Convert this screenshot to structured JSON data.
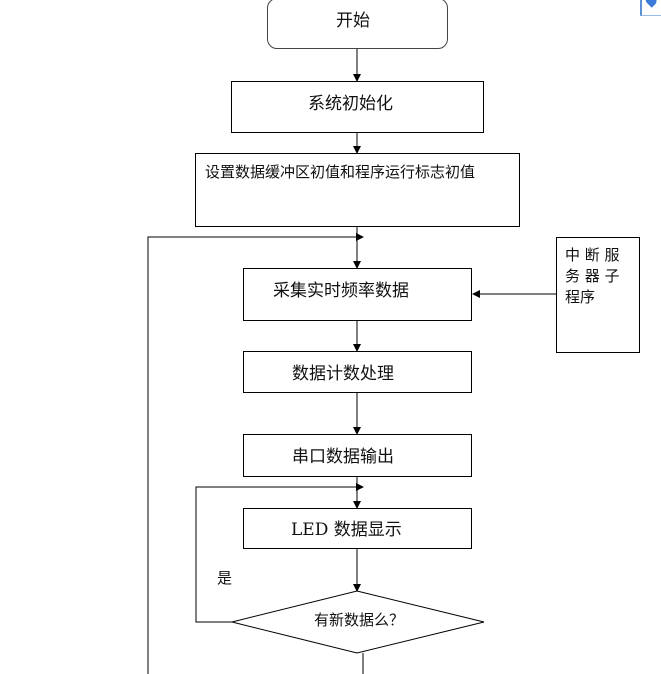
{
  "flowchart": {
    "start": "开始",
    "init": "系统初始化",
    "setup": "设置数据缓冲区初值和程序运行标志初值",
    "collect": "采集实时频率数据",
    "interrupt_line1": "中 断 服",
    "interrupt_line2": "务 器 子",
    "interrupt_line3": "程序",
    "count": "数据计数处理",
    "serial": "串口数据输出",
    "led": "LED 数据显示",
    "decision": "有新数据么？",
    "yes_label": "是"
  },
  "icons": {
    "corner": "location-pin-icon"
  }
}
